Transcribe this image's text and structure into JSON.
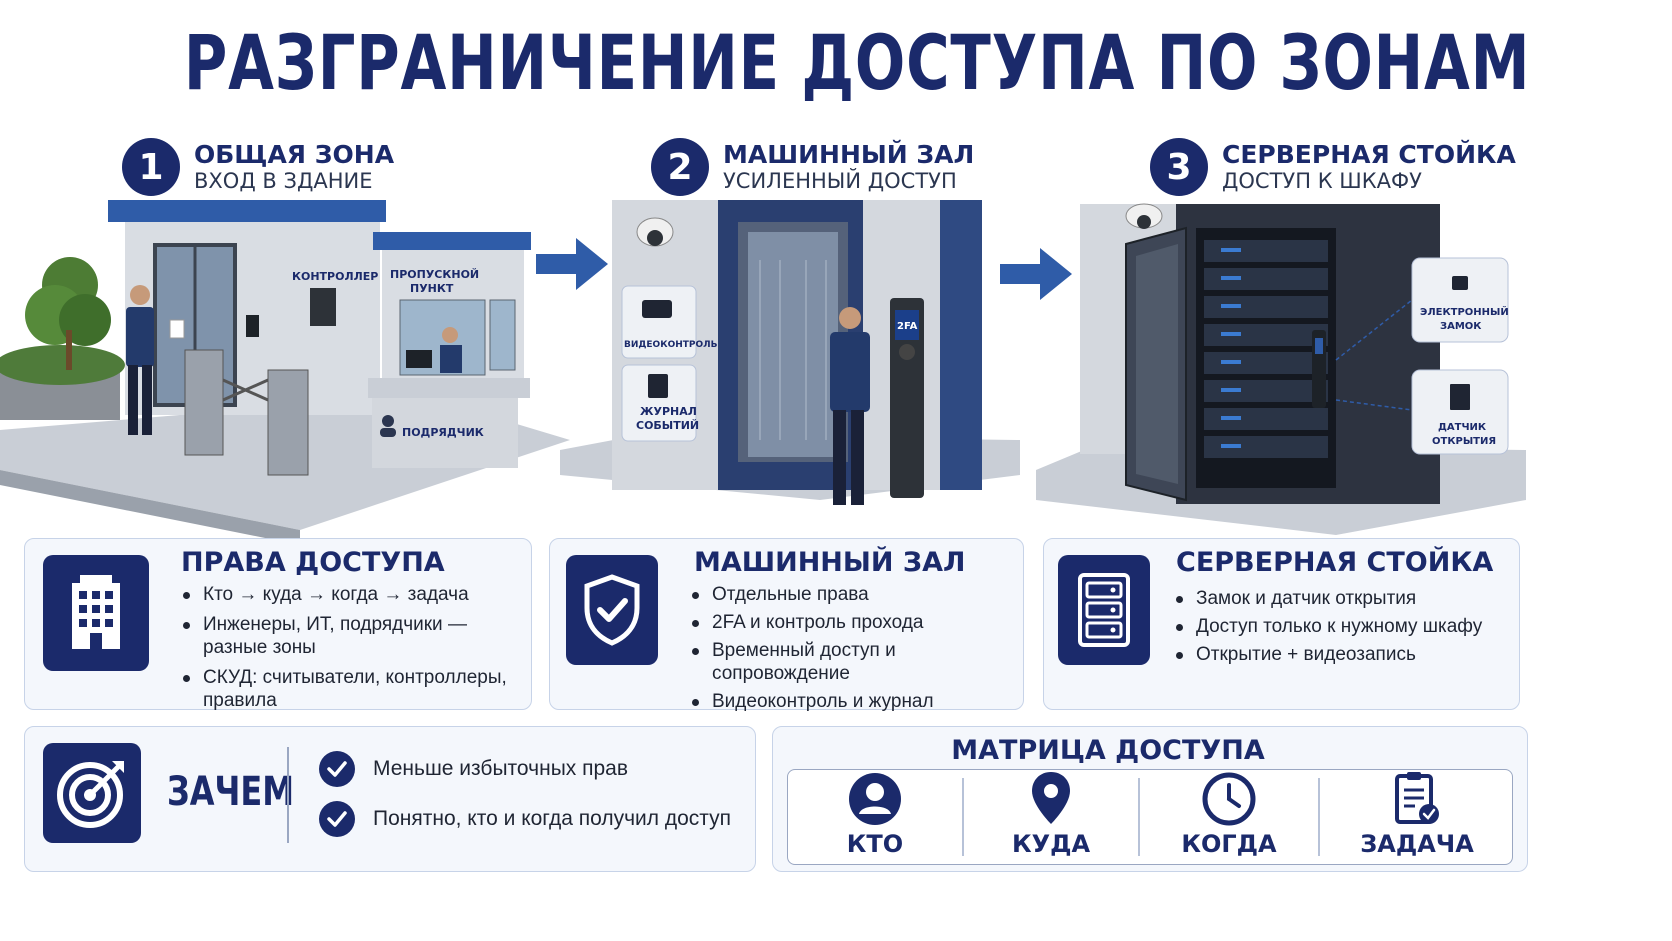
{
  "title": "РАЗГРАНИЧЕНИЕ ДОСТУПА ПО ЗОНАМ",
  "zones": [
    {
      "num": "1",
      "title": "ОБЩАЯ ЗОНА",
      "subtitle": "ВХОД В ЗДАНИЕ"
    },
    {
      "num": "2",
      "title": "МАШИННЫЙ ЗАЛ",
      "subtitle": "УСИЛЕННЫЙ ДОСТУП"
    },
    {
      "num": "3",
      "title": "СЕРВЕРНАЯ СТОЙКА",
      "subtitle": "ДОСТУП К ШКАФУ"
    }
  ],
  "scene_labels": {
    "controller": "КОНТРОЛЛЕР",
    "checkpoint_1": "ПРОПУСКНОЙ",
    "checkpoint_2": "ПУНКТ",
    "contractor": "ПОДРЯДЧИК",
    "video": "ВИДЕОКОНТРОЛЬ",
    "log_1": "ЖУРНАЛ",
    "log_2": "СОБЫТИЙ",
    "twofa": "2FA",
    "lock_1": "ЭЛЕКТРОННЫЙ",
    "lock_2": "ЗАМОК",
    "sensor_1": "ДАТЧИК",
    "sensor_2": "ОТКРЫТИЯ"
  },
  "cards": [
    {
      "title": "ПРАВА ДОСТУПА",
      "icon": "building-icon",
      "items": [
        "Кто → куда → когда → задача",
        "Инженеры, ИТ, подрядчики — разные зоны",
        "СКУД: считыватели, контроллеры, правила"
      ]
    },
    {
      "title": "МАШИННЫЙ ЗАЛ",
      "icon": "shield-check-icon",
      "items": [
        "Отдельные права",
        "2FA и контроль прохода",
        "Временный доступ и сопровождение",
        "Видеоконтроль и журнал"
      ]
    },
    {
      "title": "СЕРВЕРНАЯ СТОЙКА",
      "icon": "server-icon",
      "items": [
        "Замок и датчик открытия",
        "Доступ только к нужному шкафу",
        "Открытие + видеозапись"
      ]
    }
  ],
  "why": {
    "title": "ЗАЧЕМ",
    "icon": "target-icon",
    "items": [
      "Меньше избыточных прав",
      "Понятно, кто и когда получил доступ"
    ]
  },
  "matrix": {
    "title": "МАТРИЦА ДОСТУПА",
    "cells": [
      {
        "label": "КТО",
        "icon": "user-icon"
      },
      {
        "label": "КУДА",
        "icon": "location-pin-icon"
      },
      {
        "label": "КОГДА",
        "icon": "clock-icon"
      },
      {
        "label": "ЗАДАЧА",
        "icon": "clipboard-check-icon"
      }
    ]
  },
  "colors": {
    "primary": "#1b2a6b",
    "card_bg": "#f4f7fc",
    "card_border": "#c7d3e8",
    "accent_blue": "#2f5ca8"
  }
}
